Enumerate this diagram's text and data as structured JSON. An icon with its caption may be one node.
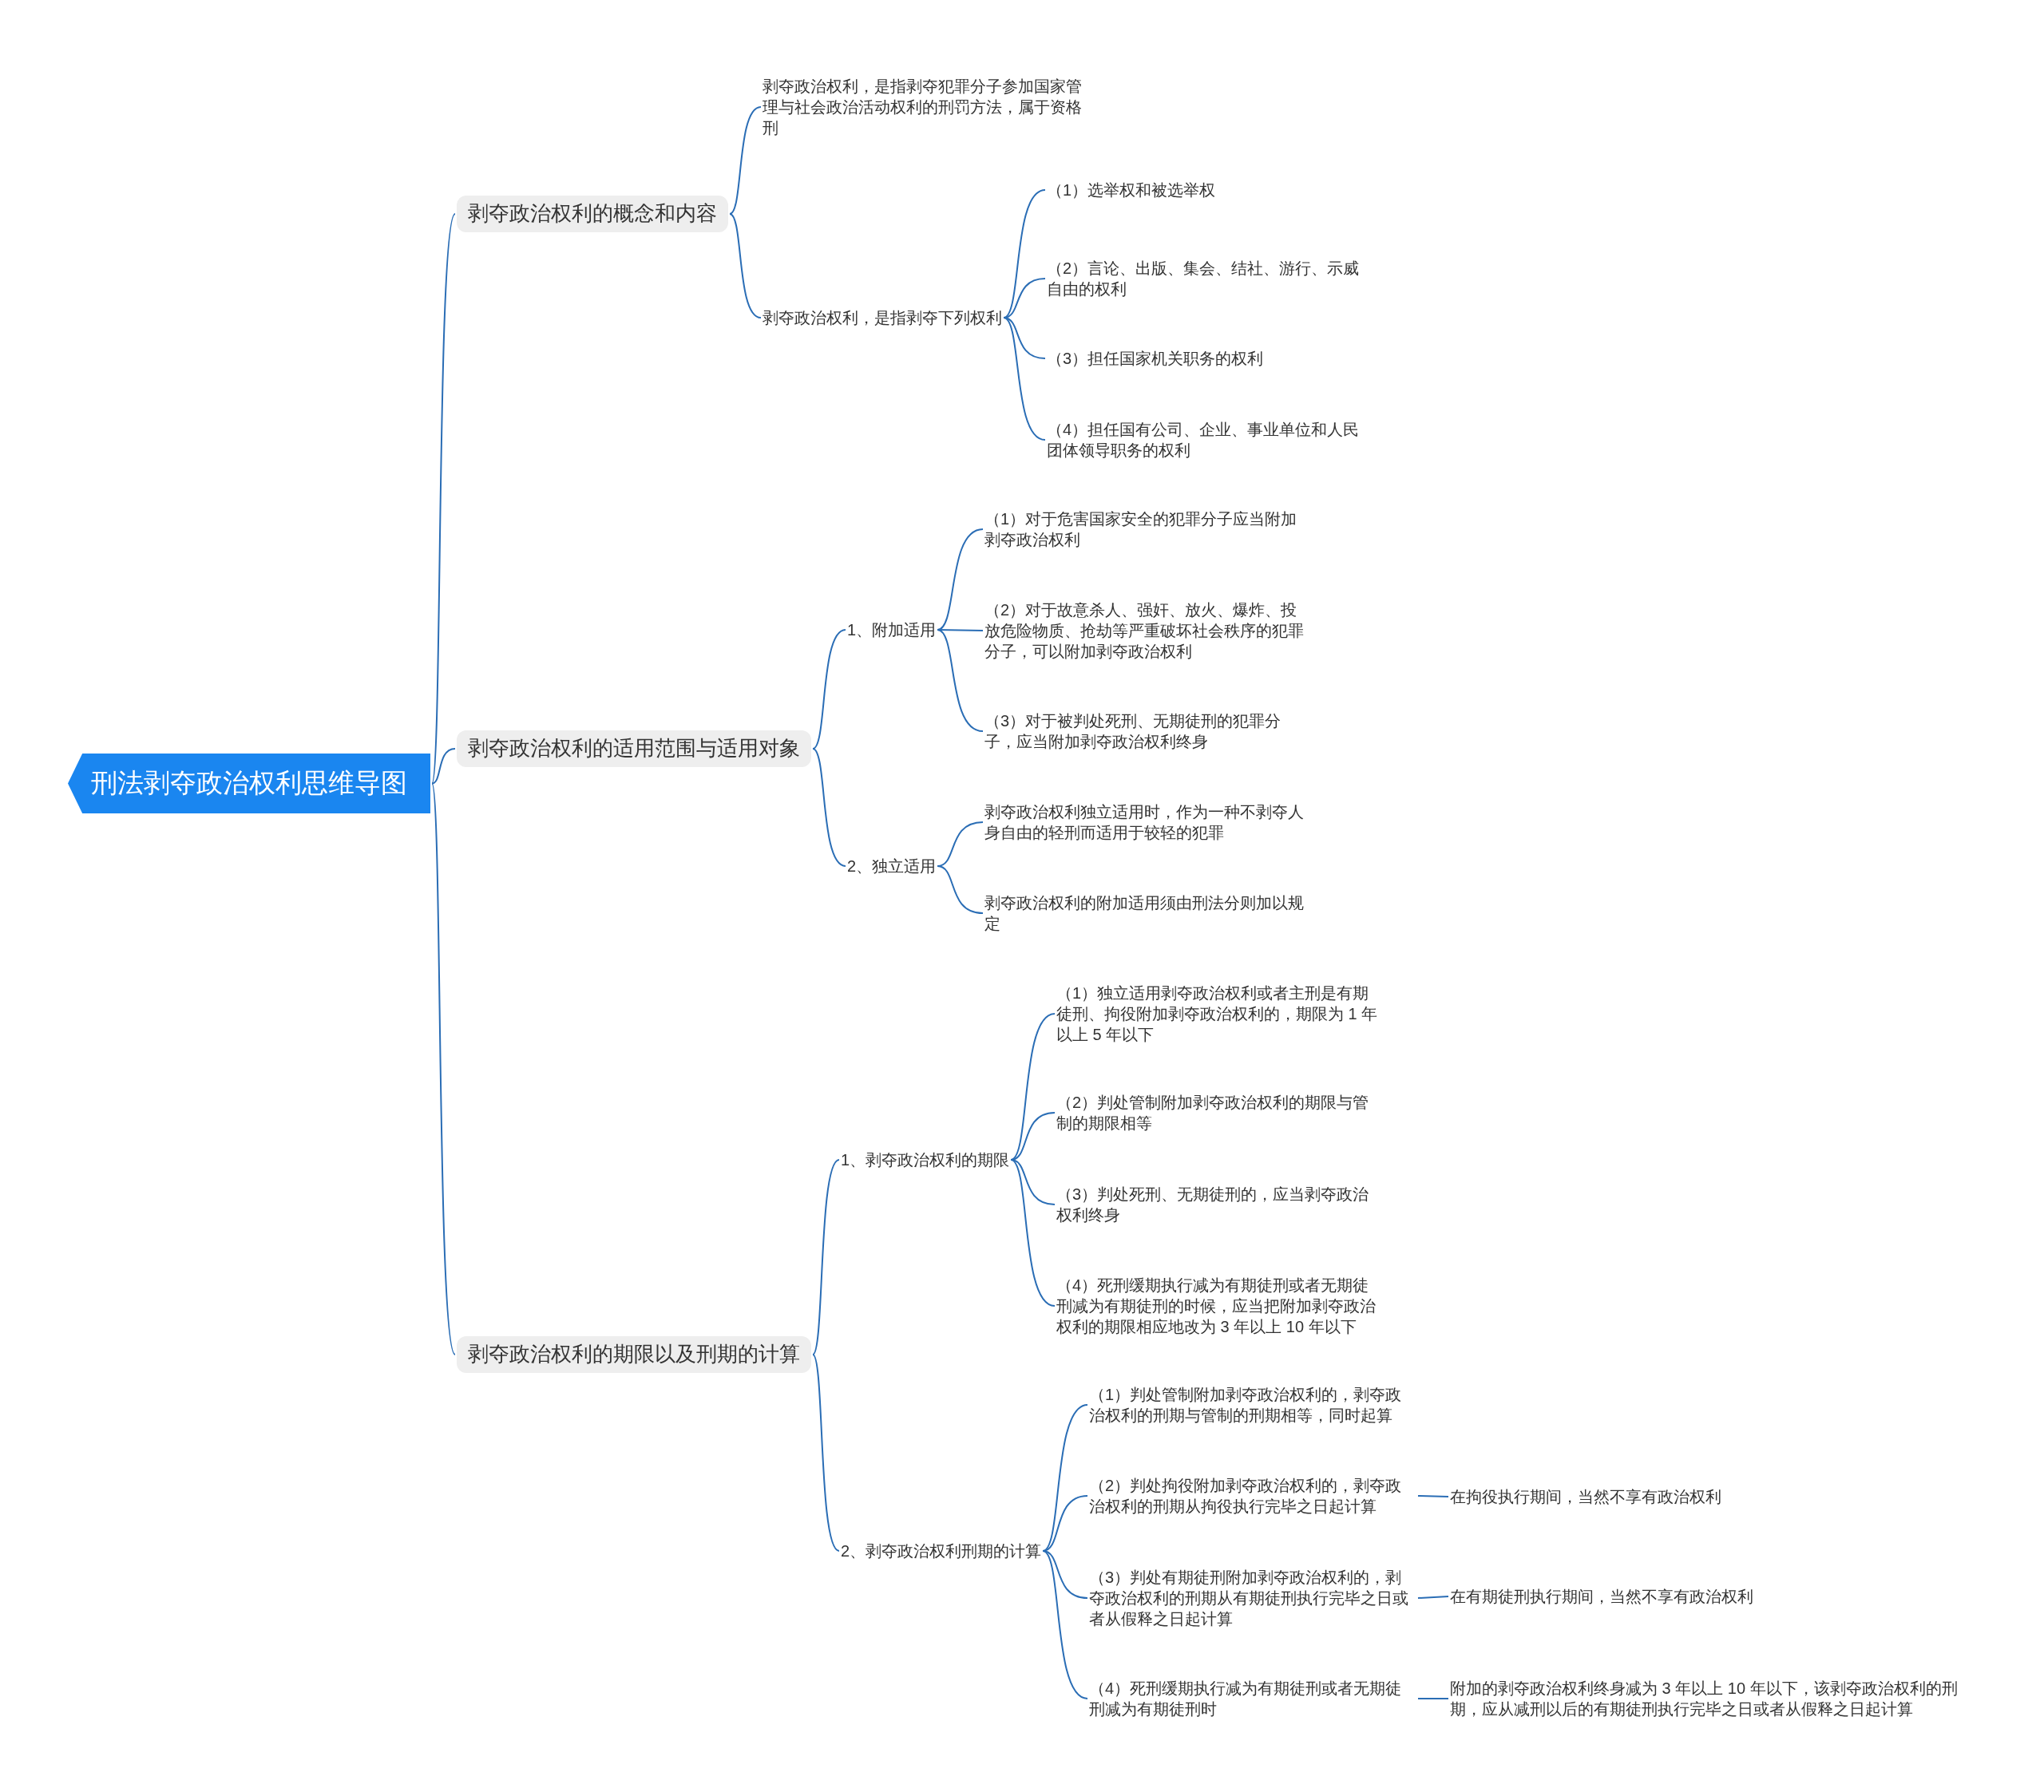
{
  "diagram": {
    "nodes": [
      {
        "text": [
          "刑法剥夺政治权利思维导图"
        ]
      },
      {
        "text": [
          "剥夺政治权利的概念和内容"
        ]
      },
      {
        "text": [
          "剥夺政治权利，是指剥夺犯罪分子参加国家管理与社会政治活动权利的刑罚方法，属于资格刑"
        ]
      },
      {
        "text": [
          "剥夺政治权利，是指剥夺下列权利"
        ]
      },
      {
        "text": [
          "（1）选举权和被选举权"
        ]
      },
      {
        "text": [
          "（2）言论、出版、集会、结社、游行、示威自由的权利"
        ]
      },
      {
        "text": [
          "（3）担任国家机关职务的权利"
        ]
      },
      {
        "text": [
          "（4）担任国有公司、企业、事业单位和人民团体领导职务的权利"
        ]
      },
      {
        "text": [
          "剥夺政治权利的适用范围与适用对象"
        ]
      },
      {
        "text": [
          "1、附加适用"
        ]
      },
      {
        "text": [
          "（1）对于危害国家安全的犯罪分子应当附加剥夺政治权利"
        ]
      },
      {
        "text": [
          "（2）对于故意杀人、强奸、放火、爆炸、投放危险物质、抢劫等严重破坏社会秩序的犯罪分子，可以附加剥夺政治权利"
        ]
      },
      {
        "text": [
          "（3）对于被判处死刑、无期徒刑的犯罪分子，应当附加剥夺政治权利终身"
        ]
      },
      {
        "text": [
          "2、独立适用"
        ]
      },
      {
        "text": [
          "剥夺政治权利独立适用时，作为一种不剥夺人身自由的轻刑而适用于较轻的犯罪"
        ]
      },
      {
        "text": [
          "剥夺政治权利的附加适用须由刑法分则加以规定"
        ]
      },
      {
        "text": [
          "剥夺政治权利的期限以及刑期的计算"
        ]
      },
      {
        "text": [
          "1、剥夺政治权利的期限"
        ]
      },
      {
        "text": [
          "（1）独立适用剥夺政治权利或者主刑是有期徒刑、拘役附加剥夺政治权利的，期限为 1 年以上 5 年以下"
        ]
      },
      {
        "text": [
          "（2）判处管制附加剥夺政治权利的期限与管制的期限相等"
        ]
      },
      {
        "text": [
          "（3）判处死刑、无期徒刑的，应当剥夺政治权利终身"
        ]
      },
      {
        "text": [
          "（4）死刑缓期执行减为有期徒刑或者无期徒刑减为有期徒刑的时候，应当把附加剥夺政治权利的期限相应地改为 3 年以上 10 年以下"
        ]
      },
      {
        "text": [
          "2、剥夺政治权利刑期的计算"
        ]
      },
      {
        "text": [
          "（1）判处管制附加剥夺政治权利的，剥夺政治权利的刑期与管制的刑期相等，同时起算"
        ]
      },
      {
        "text": [
          "（2）判处拘役附加剥夺政治权利的，剥夺政治权利的刑期从拘役执行完毕之日起计算"
        ]
      },
      {
        "text": [
          "（3）判处有期徒刑附加剥夺政治权利的，剥夺政治权利的刑期从有期徒刑执行完毕之日或者从假释之日起计算"
        ]
      },
      {
        "text": [
          "（4）死刑缓期执行减为有期徒刑或者无期徒刑减为有期徒刑时"
        ]
      },
      {
        "text": [
          "在拘役执行期间，当然不享有政治权利"
        ]
      },
      {
        "text": [
          "在有期徒刑执行期间，当然不享有政治权利"
        ]
      },
      {
        "text": [
          "附加的剥夺政治权利终身减为 3 年以上 10 年以下，该剥夺政治权利的刑期，应从减刑以后的有期徒刑执行完毕之日或者从假释之日起计算"
        ]
      }
    ],
    "edges": [
      {
        "from": 0,
        "to": 1,
        "arrow": "none"
      },
      {
        "from": 0,
        "to": 8,
        "arrow": "none"
      },
      {
        "from": 0,
        "to": 16,
        "arrow": "none"
      },
      {
        "from": 1,
        "to": 2,
        "arrow": "none"
      },
      {
        "from": 1,
        "to": 3,
        "arrow": "none"
      },
      {
        "from": 3,
        "to": 4,
        "arrow": "none"
      },
      {
        "from": 3,
        "to": 5,
        "arrow": "none"
      },
      {
        "from": 3,
        "to": 6,
        "arrow": "none"
      },
      {
        "from": 3,
        "to": 7,
        "arrow": "none"
      },
      {
        "from": 8,
        "to": 9,
        "arrow": "none"
      },
      {
        "from": 8,
        "to": 13,
        "arrow": "none"
      },
      {
        "from": 9,
        "to": 10,
        "arrow": "none"
      },
      {
        "from": 9,
        "to": 11,
        "arrow": "none"
      },
      {
        "from": 9,
        "to": 12,
        "arrow": "none"
      },
      {
        "from": 13,
        "to": 14,
        "arrow": "none"
      },
      {
        "from": 13,
        "to": 15,
        "arrow": "none"
      },
      {
        "from": 16,
        "to": 17,
        "arrow": "none"
      },
      {
        "from": 16,
        "to": 22,
        "arrow": "none"
      },
      {
        "from": 17,
        "to": 18,
        "arrow": "none"
      },
      {
        "from": 17,
        "to": 19,
        "arrow": "none"
      },
      {
        "from": 17,
        "to": 20,
        "arrow": "none"
      },
      {
        "from": 17,
        "to": 21,
        "arrow": "none"
      },
      {
        "from": 22,
        "to": 23,
        "arrow": "none"
      },
      {
        "from": 22,
        "to": 24,
        "arrow": "none"
      },
      {
        "from": 22,
        "to": 25,
        "arrow": "none"
      },
      {
        "from": 22,
        "to": 26,
        "arrow": "none"
      },
      {
        "from": 24,
        "to": 27,
        "arrow": "none"
      },
      {
        "from": 25,
        "to": 28,
        "arrow": "none"
      },
      {
        "from": 26,
        "to": 29,
        "arrow": "none"
      }
    ]
  }
}
